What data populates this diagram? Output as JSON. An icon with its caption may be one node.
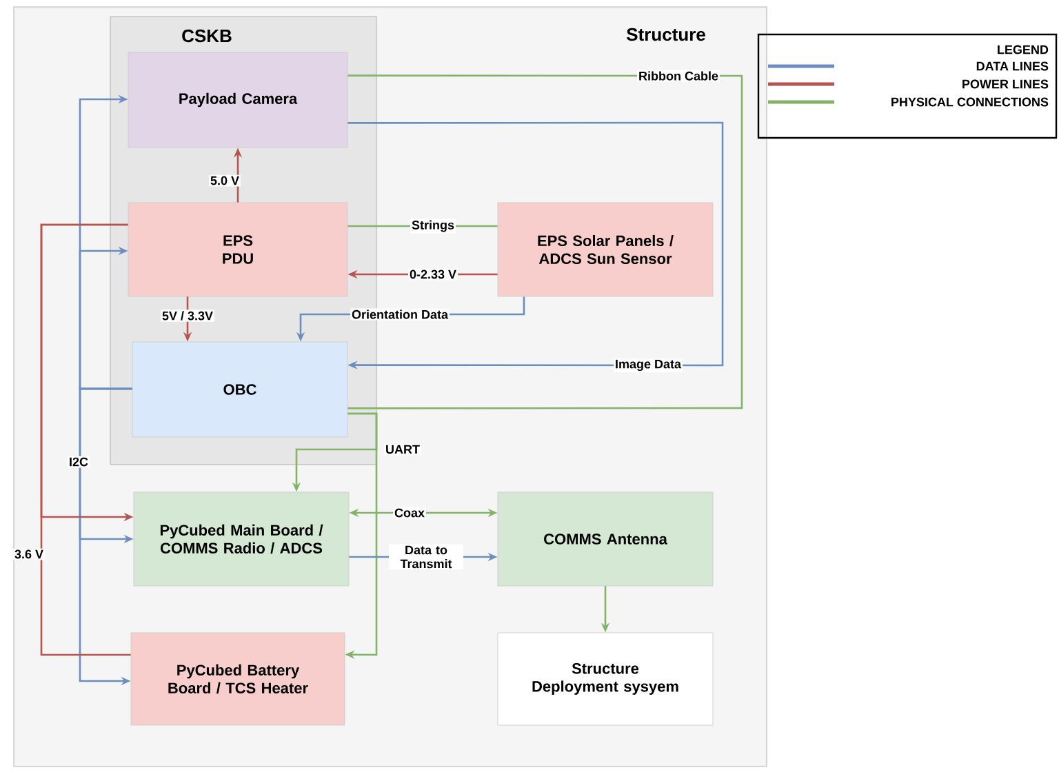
{
  "diagram": {
    "nodes": [
      {
        "text": [
          "Structure"
        ]
      },
      {
        "text": [
          "CSKB"
        ],
        "in": 0
      },
      {
        "text": [
          "Payload Camera"
        ],
        "in": 1
      },
      {
        "text": [
          "EPS PDU"
        ],
        "in": 1
      },
      {
        "text": [
          "OBC"
        ],
        "in": 1
      },
      {
        "text": [
          "EPS Solar Panels / ADCS Sun Sensor"
        ],
        "in": 0
      },
      {
        "text": [
          "PyCubed Main Board / COMMS Radio / ADCS"
        ],
        "in": 0
      },
      {
        "text": [
          "COMMS Antenna"
        ],
        "in": 0
      },
      {
        "text": [
          "PyCubed Battery Board / TCS Heater"
        ],
        "in": 0
      },
      {
        "text": [
          "Structure Deployment sysyem"
        ],
        "in": 0
      }
    ],
    "edges": [
      {
        "from": 3,
        "to": 2,
        "arrow": "to",
        "label": "5.0 V",
        "color": "#b85450"
      },
      {
        "from": 3,
        "to": 4,
        "arrow": "to",
        "label": "5V / 3.3V",
        "color": "#b85450"
      },
      {
        "from": 4,
        "to": 2,
        "arrow": "to"
      },
      {
        "from": 4,
        "to": 3,
        "arrow": "to"
      },
      {
        "from": 4,
        "to": 6,
        "arrow": "to"
      },
      {
        "from": 4,
        "to": 8,
        "arrow": "to",
        "label": "I2C"
      },
      {
        "from": 3,
        "to": 6,
        "arrow": "to",
        "color": "#b85450"
      },
      {
        "from": 3,
        "to": 8,
        "arrow": "none",
        "label": "3.6 V",
        "color": "#b85450"
      },
      {
        "from": 2,
        "to": 4,
        "arrow": "none",
        "label": "Ribbon Cable",
        "color": "#82b366"
      },
      {
        "from": 2,
        "to": 4,
        "arrow": "to",
        "label": "Image Data"
      },
      {
        "from": 3,
        "to": 5,
        "arrow": "none",
        "label": "Strings",
        "color": "#82b366"
      },
      {
        "from": 5,
        "to": 3,
        "arrow": "to",
        "label": "0-2.33 V",
        "color": "#b85450"
      },
      {
        "from": 5,
        "to": 4,
        "arrow": "to",
        "label": "Orientation Data"
      },
      {
        "from": 4,
        "to": 6,
        "arrow": "to",
        "label": "UART",
        "color": "#82b366"
      },
      {
        "from": 4,
        "to": 8,
        "arrow": "to",
        "color": "#82b366"
      },
      {
        "from": 6,
        "to": 7,
        "arrow": "both",
        "label": "Coax",
        "color": "#82b366"
      },
      {
        "from": 6,
        "to": 7,
        "arrow": "to",
        "label": "Data to Transmit"
      },
      {
        "from": 7,
        "to": 9,
        "arrow": "to",
        "color": "#82b366"
      }
    ],
    "labels": [
      "LEGEND"
    ],
    "legend": [
      {
        "text": "DATA LINES",
        "color": "#6c8ebf"
      },
      {
        "text": "POWER LINES",
        "color": "#b85450"
      },
      {
        "text": "PHYSICAL CONNECTIONS",
        "color": "#82b366"
      }
    ]
  }
}
